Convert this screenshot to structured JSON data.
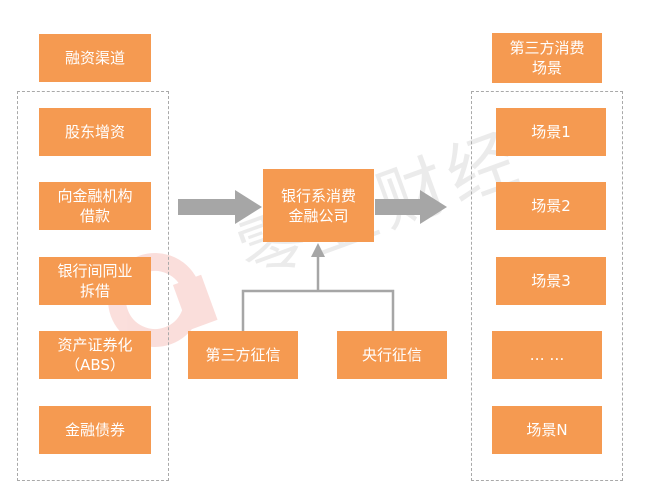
{
  "left": {
    "title": "融资渠道",
    "items": [
      "股东增资",
      "向金融机构\n借款",
      "银行间同业\n拆借",
      "资产证券化\n（ABS）",
      "金融债券"
    ]
  },
  "center": {
    "main": "银行系消费\n金融公司",
    "sources": [
      "第三方征信",
      "央行征信"
    ]
  },
  "right": {
    "title": "第三方消费\n场景",
    "items": [
      "场景1",
      "场景2",
      "场景3",
      "… …",
      "场景N"
    ]
  },
  "watermark": {
    "text": "零壹财经"
  },
  "colors": {
    "box": "#f59a51",
    "arrow": "#a6a6a6",
    "dash": "#a9a9a9"
  }
}
